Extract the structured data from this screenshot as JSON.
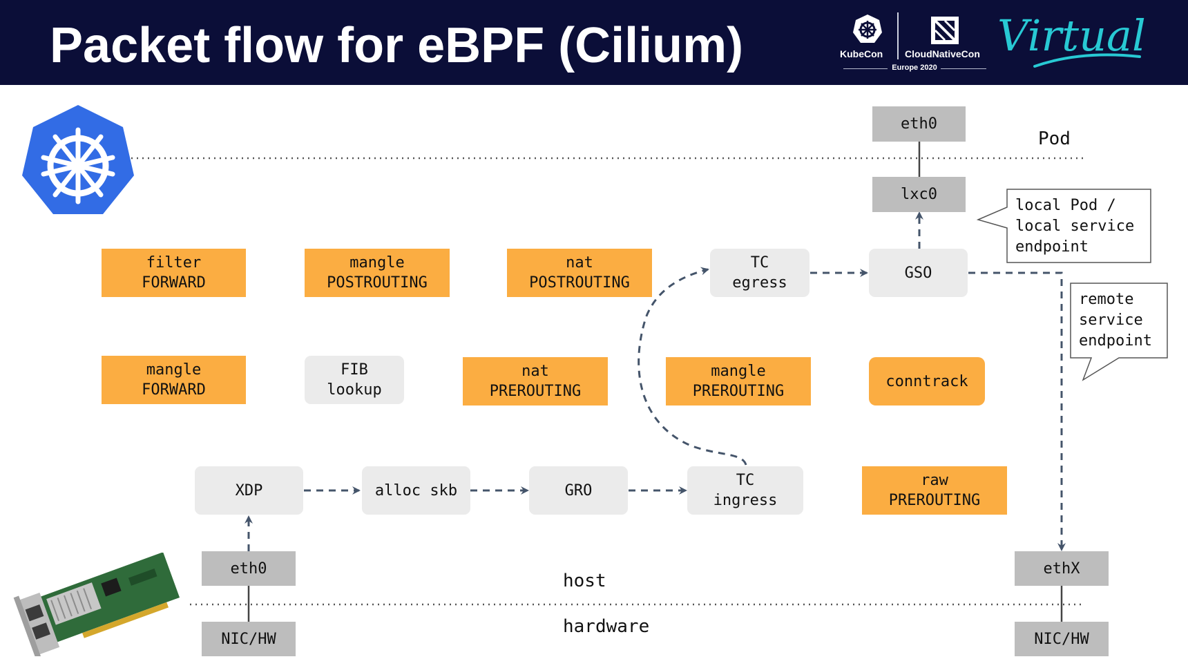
{
  "header": {
    "title": "Packet flow for eBPF (Cilium)",
    "kubecon": "KubeCon",
    "cloudnativecon": "CloudNativeCon",
    "event": "Europe 2020",
    "virtual": "Virtual"
  },
  "layers": {
    "pod": "Pod",
    "host": "host",
    "hardware": "hardware"
  },
  "nodes": {
    "filter_forward": "filter\nFORWARD",
    "mangle_postrouting": "mangle\nPOSTROUTING",
    "nat_postrouting": "nat\nPOSTROUTING",
    "tc_egress": "TC\negress",
    "gso": "GSO",
    "pod_eth0": "eth0",
    "lxc0": "lxc0",
    "mangle_forward": "mangle\nFORWARD",
    "fib_lookup": "FIB\nlookup",
    "nat_prerouting": "nat\nPREROUTING",
    "mangle_prerouting": "mangle\nPREROUTING",
    "conntrack": "conntrack",
    "xdp": "XDP",
    "alloc_skb": "alloc skb",
    "gro": "GRO",
    "tc_ingress": "TC\ningress",
    "raw_prerouting": "raw\nPREROUTING",
    "host_eth0": "eth0",
    "nic_hw_left": "NIC/HW",
    "ethx": "ethX",
    "nic_hw_right": "NIC/HW"
  },
  "callouts": {
    "local": "local Pod /\nlocal service\nendpoint",
    "remote": "remote\nservice\nendpoint"
  },
  "colors": {
    "header_bg": "#0b0e38",
    "netfilter_hook": "#fbad42",
    "ebpf_stage": "#ebebeb",
    "interface": "#bdbdbd",
    "arrow": "#44546a",
    "kubernetes": "#326ce5",
    "virtual": "#28c9d4"
  },
  "icons": [
    "kubernetes-logo",
    "kubecon-logo",
    "cloudnativecon-logo",
    "network-card-image"
  ]
}
